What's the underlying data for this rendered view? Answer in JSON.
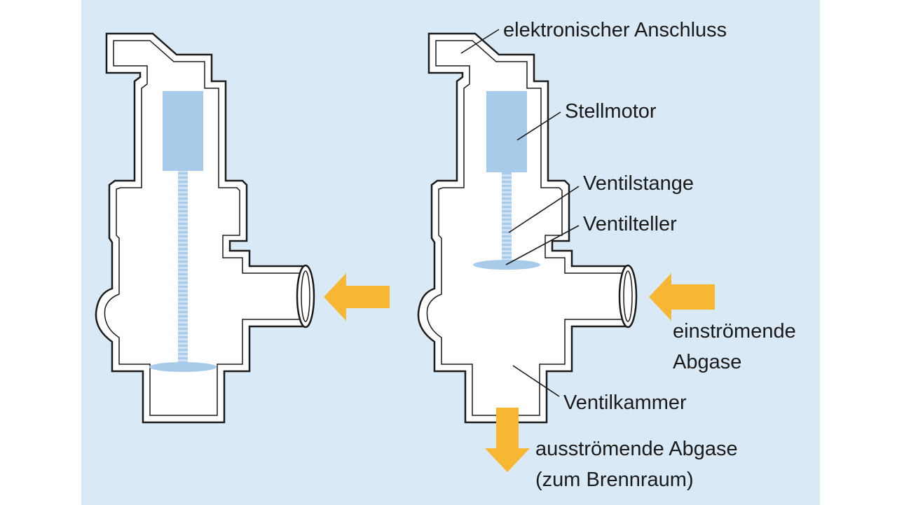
{
  "labels": {
    "connector": "elektronischer Anschluss",
    "motor": "Stellmotor",
    "stem": "Ventilstange",
    "disc": "Ventilteller",
    "inflow_line1": "einströmende",
    "inflow_line2": "Abgase",
    "chamber": "Ventilkammer",
    "outflow_line1": "ausströmende Abgase",
    "outflow_line2": "(zum Brennraum)"
  },
  "colors": {
    "background": "#d9e9f5",
    "body_fill": "#ffffff",
    "outline": "#1a1a1a",
    "part_blue": "#a9cbea",
    "arrow": "#f7b733"
  },
  "states": [
    {
      "name": "closed"
    },
    {
      "name": "open"
    }
  ]
}
